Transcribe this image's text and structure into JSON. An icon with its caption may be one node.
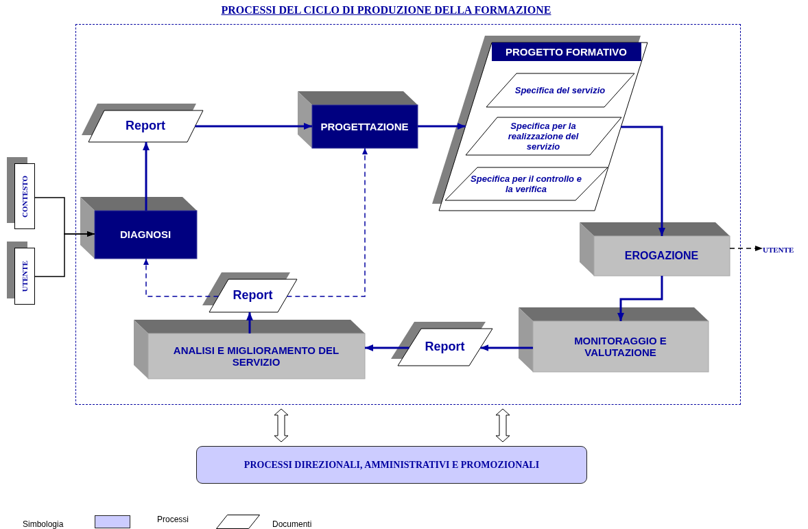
{
  "diagram": {
    "title": "PROCESSI DEL CICLO DI PRODUZIONE DELLA FORMAZIONE",
    "nodes": [
      {
        "text": [],
        "shape": "box"
      },
      {
        "text": [
          "CONTESTO"
        ]
      },
      {
        "text": [
          "UTENTE"
        ]
      },
      {
        "text": [
          "Report"
        ],
        "in": 0
      },
      {
        "text": [
          "DIAGNOSI"
        ],
        "in": 0
      },
      {
        "text": [
          "PROGETTAZIONE"
        ],
        "in": 0
      },
      {
        "text": [
          "PROGETTO FORMATIVO"
        ],
        "in": 0
      },
      {
        "text": [
          "Specifica del servizio"
        ],
        "in": 6
      },
      {
        "text": [
          "Specifica per la realizzazione del servizio"
        ],
        "in": 6
      },
      {
        "text": [
          "Specifica per il controllo e la verifica"
        ],
        "in": 6
      },
      {
        "text": [
          "EROGAZIONE"
        ],
        "in": 0
      },
      {
        "text": [
          "UTENTE"
        ]
      },
      {
        "text": [
          "Report"
        ],
        "in": 0
      },
      {
        "text": [
          "ANALISI E MIGLIORAMENTO DEL SERVIZIO"
        ],
        "in": 0
      },
      {
        "text": [
          "Report"
        ],
        "in": 0
      },
      {
        "text": [
          "MONITORAGGIO E VALUTAZIONE"
        ],
        "in": 0
      },
      {
        "text": [
          "PROCESSI DIREZIONALI, AMMINISTRATIVI E PROMOZIONALI"
        ]
      }
    ],
    "edges": [
      {
        "from": 1,
        "to": 4,
        "arrow": "to",
        "color": "#000000"
      },
      {
        "from": 2,
        "to": 4,
        "arrow": "to",
        "color": "#000000"
      },
      {
        "from": 4,
        "to": 3,
        "arrow": "to"
      },
      {
        "from": 3,
        "to": 5,
        "arrow": "to"
      },
      {
        "from": 5,
        "to": 6,
        "arrow": "to"
      },
      {
        "from": 6,
        "to": 10,
        "arrow": "to"
      },
      {
        "from": 10,
        "to": 11,
        "arrow": "to",
        "style": "dashed",
        "color": "#000000"
      },
      {
        "from": 10,
        "to": 15,
        "arrow": "to"
      },
      {
        "from": 15,
        "to": 14,
        "arrow": "to"
      },
      {
        "from": 14,
        "to": 13,
        "arrow": "to"
      },
      {
        "from": 13,
        "to": 12,
        "arrow": "to"
      },
      {
        "from": 12,
        "to": 4,
        "arrow": "to",
        "style": "dashed"
      },
      {
        "from": 12,
        "to": 5,
        "arrow": "to",
        "style": "dashed"
      },
      {
        "from": 0,
        "to": 16,
        "arrow": "both",
        "style": "thick",
        "color": "#000000"
      },
      {
        "from": 0,
        "to": 16,
        "arrow": "both",
        "style": "thick",
        "color": "#000000"
      }
    ],
    "labels": [
      "Simbologia"
    ],
    "legend": [
      {
        "text": "Processi",
        "color": "#ccccff"
      },
      {
        "text": "Documenti"
      }
    ]
  }
}
